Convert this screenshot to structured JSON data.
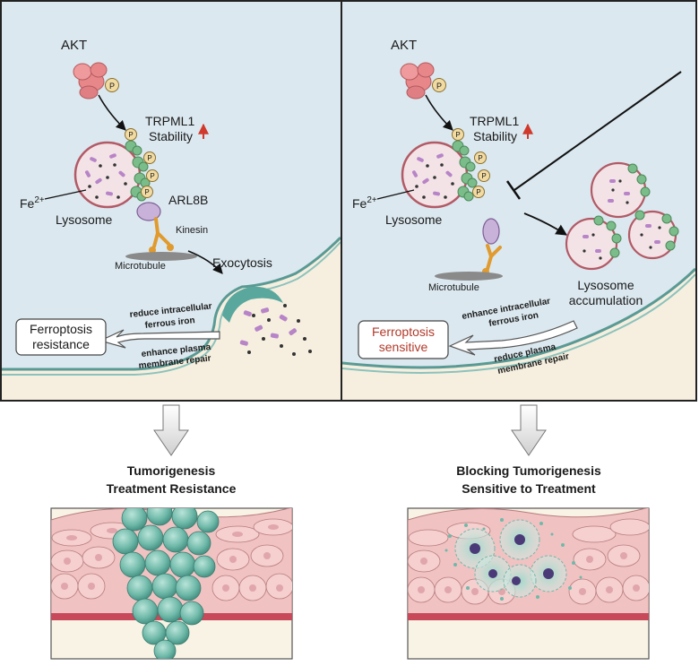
{
  "left_panel": {
    "akt": "AKT",
    "p": "P",
    "trpml1": "TRPML1",
    "stability": "Stability",
    "fe": "Fe",
    "fe_charge": "2+",
    "lysosome": "Lysosome",
    "arl8b": "ARL8B",
    "kinesin": "Kinesin",
    "microtubule": "Microtubule",
    "exocytosis": "Exocytosis",
    "arrow_top_line1": "reduce intracellular",
    "arrow_top_line2": "ferrous iron",
    "arrow_bottom_line1": "enhance plasma",
    "arrow_bottom_line2": "membrane repair",
    "outcome_line1": "Ferroptosis",
    "outcome_line2": "resistance"
  },
  "right_panel": {
    "akt": "AKT",
    "p": "P",
    "trpml1": "TRPML1",
    "stability": "Stability",
    "fe": "Fe",
    "fe_charge": "2+",
    "lysosome": "Lysosome",
    "microtubule": "Microtubule",
    "accumulation_line1": "Lysosome",
    "accumulation_line2": "accumulation",
    "arrow_top_line1": "enhance intracellular",
    "arrow_top_line2": "ferrous iron",
    "arrow_bottom_line1": "reduce plasma",
    "arrow_bottom_line2": "membrane repair",
    "outcome_line1": "Ferroptosis",
    "outcome_line2": "sensitive"
  },
  "bottom_left": {
    "title_line1": "Tumorigenesis",
    "title_line2": "Treatment Resistance"
  },
  "bottom_right": {
    "title_line1": "Blocking Tumorigenesis",
    "title_line2": "Sensitive to Treatment"
  },
  "colors": {
    "cytoplasm": "#dbe8ef",
    "extracellular": "#f6efdf",
    "membrane": "#5a9a94",
    "akt": "#e7878a",
    "trpml1": "#7bbd8a",
    "arl8b": "#c9b2d9",
    "kinesin": "#e09a2e",
    "phospho": "#f2dba3",
    "lysosome_fill": "#f3e3e6",
    "lysosome_edge": "#b25a66",
    "inhibition_red": "#d0392b",
    "tissue": "#f1c2c2",
    "tumor": "#6fb9a9"
  }
}
